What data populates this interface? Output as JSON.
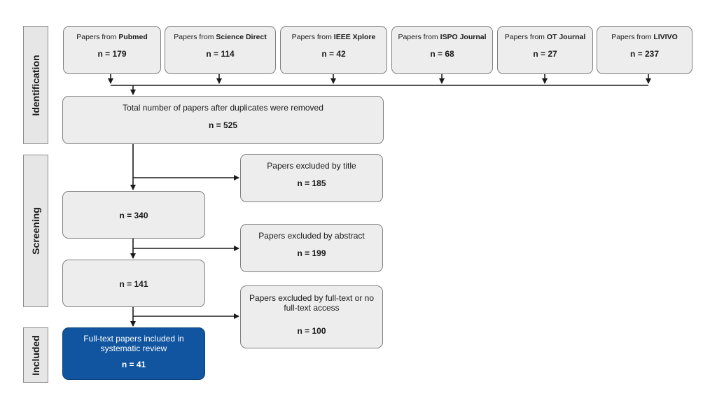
{
  "phases": {
    "identification": "Identification",
    "screening": "Screening",
    "included": "Included"
  },
  "sources": [
    {
      "prefix": "Papers from ",
      "name": "Pubmed",
      "count": "n = 179"
    },
    {
      "prefix": "Papers from ",
      "name": "Science Direct",
      "count": "n = 114"
    },
    {
      "prefix": "Papers from ",
      "name": "IEEE Xplore",
      "count": "n = 42"
    },
    {
      "prefix": "Papers from ",
      "name": "ISPO Journal",
      "count": "n = 68"
    },
    {
      "prefix": "Papers from ",
      "name": "OT Journal",
      "count": "n = 27"
    },
    {
      "prefix": "Papers from ",
      "name": "LIVIVO",
      "count": "n = 237"
    }
  ],
  "total": {
    "label": "Total number of papers after duplicates were removed",
    "count": "n = 525"
  },
  "after_title": {
    "count": "n = 340"
  },
  "after_abstract": {
    "count": "n = 141"
  },
  "excluded_title": {
    "label": "Papers excluded by title",
    "count": "n = 185"
  },
  "excluded_abstract": {
    "label": "Papers excluded by abstract",
    "count": "n = 199"
  },
  "excluded_fulltext": {
    "label": "Papers excluded by full-text or no full-text access",
    "count": "n = 100"
  },
  "included": {
    "label": "Full-text papers included in systematic review",
    "count": "n = 41"
  },
  "colors": {
    "included_fill": "#1155a0",
    "box_fill": "#ededed",
    "phase_fill": "#e6e6e6"
  }
}
